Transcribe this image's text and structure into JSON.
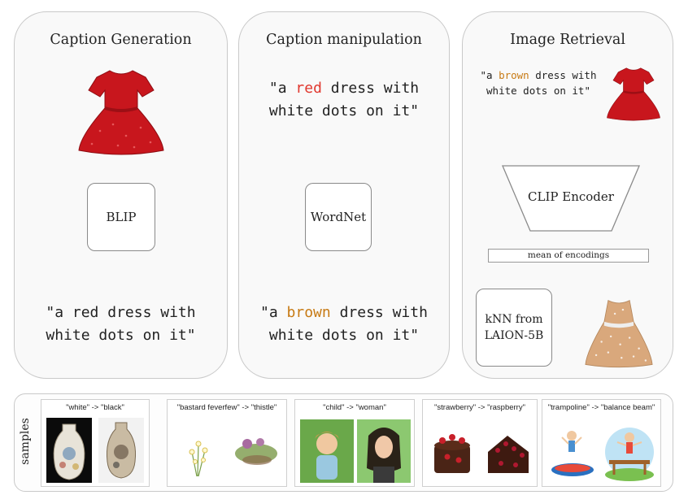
{
  "panels": {
    "generation": {
      "title": "Caption Generation",
      "model": "BLIP",
      "caption_line1": "\"a red dress with",
      "caption_line2": "white dots on it\""
    },
    "manipulation": {
      "title": "Caption manipulation",
      "input_pre": "\"a ",
      "input_word": "red",
      "input_post": " dress with",
      "input_line2": "white dots on it\"",
      "model": "WordNet",
      "output_pre": "\"a ",
      "output_word": "brown",
      "output_post": " dress with",
      "output_line2": "white dots on it\""
    },
    "retrieval": {
      "title": "Image Retrieval",
      "text_pre": "\"a ",
      "text_word": "brown",
      "text_post": " dress with",
      "text_line2": "white dots on it\"",
      "encoder": "CLIP Encoder",
      "mean_label": "mean of encodings",
      "knn_line1": "kNN from",
      "knn_line2": "LAION-5B"
    }
  },
  "samples": {
    "label": "samples",
    "items": [
      {
        "caption": "\"white\" -> \"black\""
      },
      {
        "caption": "\"bastard feverfew\" -> \"thistle\""
      },
      {
        "caption": "\"child\" -> \"woman\""
      },
      {
        "caption": "\"strawberry\" -> \"raspberry\""
      },
      {
        "caption": "\"trampoline\" -> \"balance beam\""
      }
    ]
  },
  "colors": {
    "red_word": "#e0372e",
    "brown_word": "#c77a14",
    "arrow": "#777777",
    "panel_border": "#c9c9c9"
  }
}
